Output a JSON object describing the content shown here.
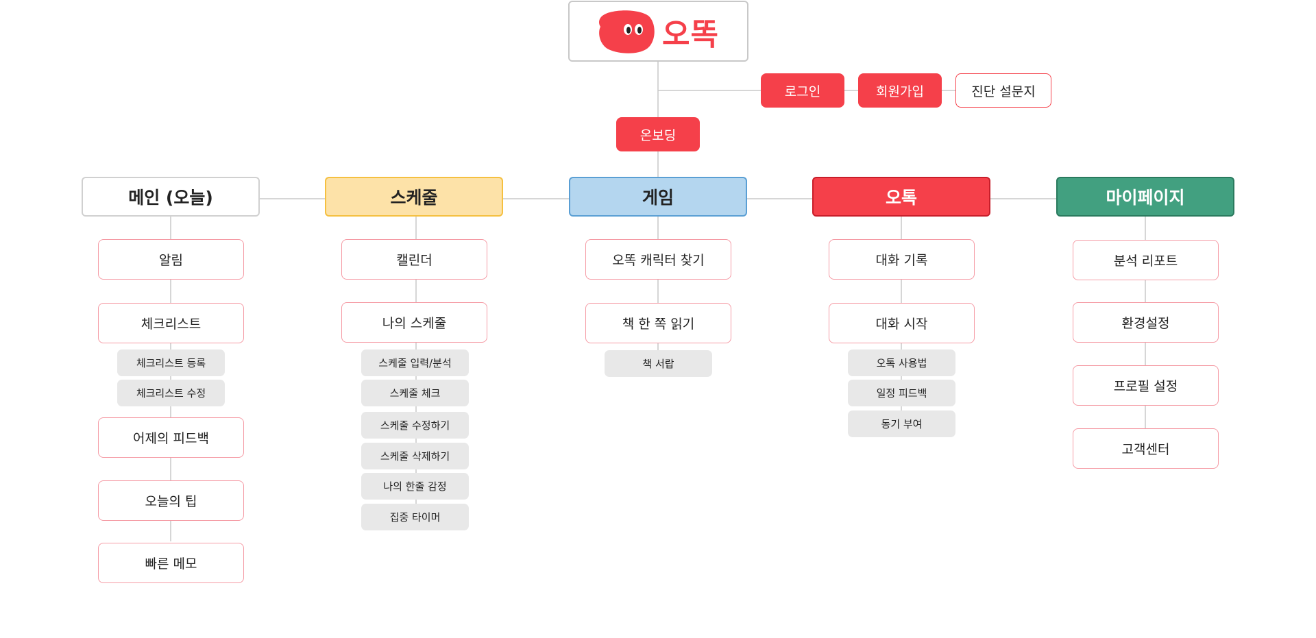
{
  "logo": {
    "text": "오똑",
    "mascot": "red-blob-with-eyes",
    "color": "#f5404a"
  },
  "auth": {
    "login": "로그인",
    "signup": "회원가입",
    "survey": "진단 설문지"
  },
  "onboarding": "온보딩",
  "colors": {
    "red": "#f5404a",
    "pink_border": "#f59aa4",
    "sub_bg": "#e8e8e8",
    "yellow": "#fde2a8",
    "blue": "#b4d6ef",
    "green": "#42a080",
    "line": "#c8c8c8"
  },
  "categories": [
    {
      "label": "메인 (오늘)",
      "items": [
        "알림",
        "체크리스트",
        "어제의 피드백",
        "오늘의 팁",
        "빠른 메모"
      ],
      "subs": [
        "체크리스트 등록",
        "체크리스트 수정"
      ]
    },
    {
      "label": "스케줄",
      "items": [
        "캘린더",
        "나의 스케줄"
      ],
      "subs": [
        "스케줄 입력/분석",
        "스케줄 체크",
        "스케줄 수정하기",
        "스케줄 삭제하기",
        "나의 한줄 감정",
        "집중 타이머"
      ]
    },
    {
      "label": "게임",
      "items": [
        "오똑 캐릭터 찾기",
        "책 한 쪽 읽기"
      ],
      "subs": [
        "책 서랍"
      ]
    },
    {
      "label": "오톡",
      "items": [
        "대화 기록",
        "대화 시작"
      ],
      "subs": [
        "오톡 사용법",
        "일정 피드백",
        "동기 부여"
      ]
    },
    {
      "label": "마이페이지",
      "items": [
        "분석 리포트",
        "환경설정",
        "프로필 설정",
        "고객센터"
      ],
      "subs": []
    }
  ]
}
